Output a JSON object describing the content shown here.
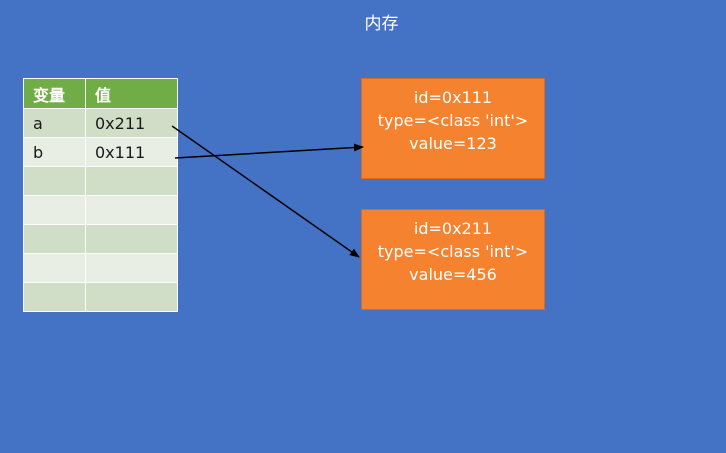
{
  "title": "内存",
  "table": {
    "headers": [
      "变量",
      "值"
    ],
    "rows": [
      [
        "a",
        "0x211"
      ],
      [
        "b",
        "0x111"
      ],
      [
        "",
        ""
      ],
      [
        "",
        ""
      ],
      [
        "",
        ""
      ],
      [
        "",
        ""
      ],
      [
        "",
        ""
      ]
    ]
  },
  "objects": [
    {
      "id": "id=0x111",
      "type": "type=<class 'int'>",
      "value": "value=123"
    },
    {
      "id": "id=0x211",
      "type": "type=<class 'int'>",
      "value": "value=456"
    }
  ],
  "colors": {
    "background": "#4472c4",
    "header": "#70ad47",
    "object_box": "#f5822f",
    "arrow": "#000000"
  }
}
